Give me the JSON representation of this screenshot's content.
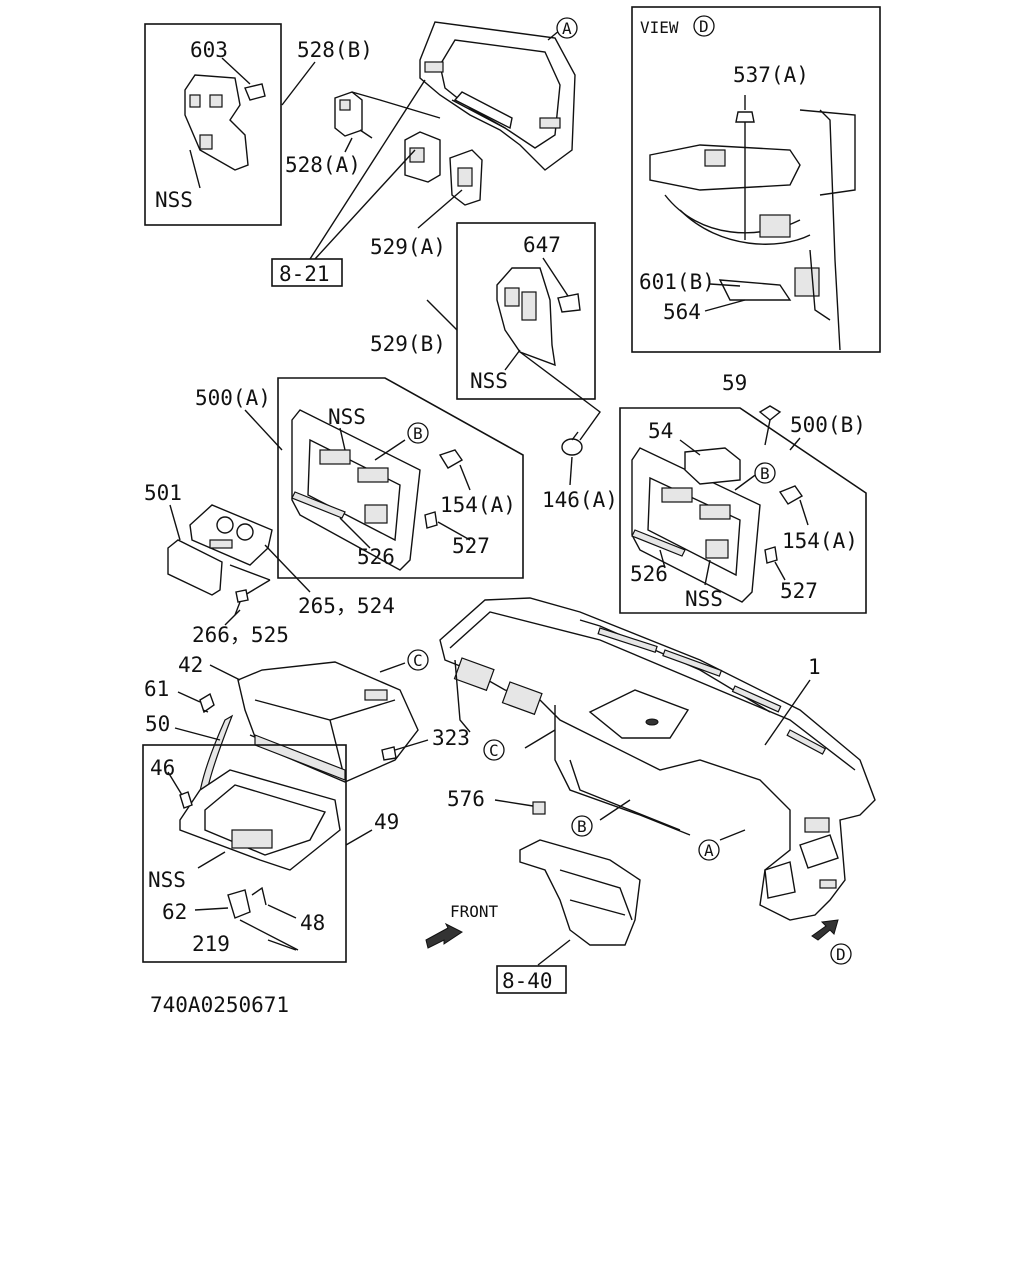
{
  "labels": {
    "l603": "603",
    "l528b": "528(B)",
    "l528a": "528(A)",
    "lnss_tl": "NSS",
    "l529a": "529(A)",
    "l821": "8-21",
    "l647": "647",
    "l529b": "529(B)",
    "lnss_mid": "NSS",
    "lview": "VIEW",
    "l537a": "537(A)",
    "l601b": "601(B)",
    "l564": "564",
    "l500a": "500(A)",
    "lnss_a": "NSS",
    "l154a_1": "154(A)",
    "l527_1": "527",
    "l526_1": "526",
    "l501": "501",
    "l265": "265，524",
    "l266": "266，525",
    "l146a": "146(A)",
    "l59": "59",
    "l54": "54",
    "l500b": "500(B)",
    "l154a_2": "154(A)",
    "l526_2": "526",
    "lnss_b": "NSS",
    "l527_2": "527",
    "l42": "42",
    "l61": "61",
    "l50": "50",
    "l46": "46",
    "l49": "49",
    "l323": "323",
    "l576": "576",
    "l1": "1",
    "lnss_bot": "NSS",
    "l62": "62",
    "l48": "48",
    "l219": "219",
    "lfront": "FRONT",
    "l840": "8-40",
    "code": "740A0250671"
  },
  "callouts": {
    "a": "A",
    "b": "B",
    "c": "C",
    "d": "D"
  }
}
